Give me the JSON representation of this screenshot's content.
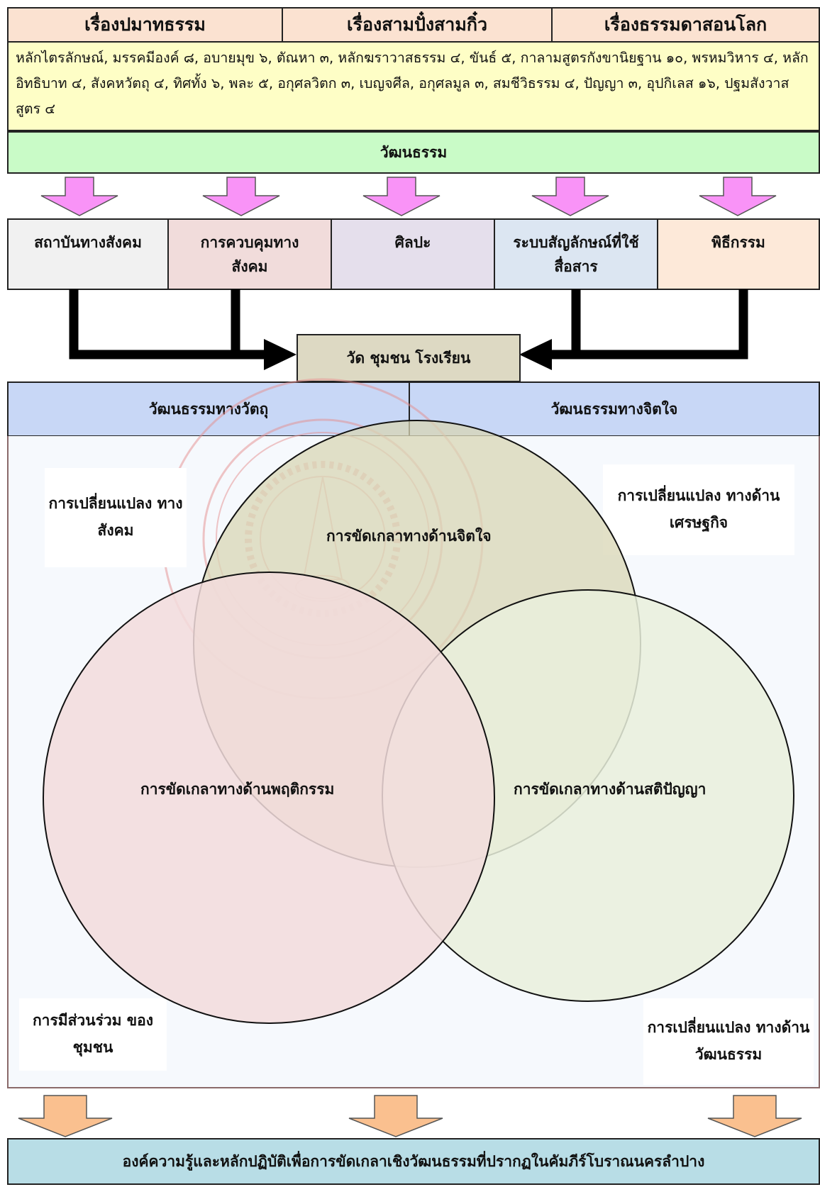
{
  "header": {
    "col1": "เรื่องปมาทธรรม",
    "col2": "เรื่องสามปั๋งสามกิ๋ว",
    "col3": "เรื่องธรรมดาสอนโลก"
  },
  "topics": "หลักไตรลักษณ์, มรรคมีองค์ ๘, อบายมุข ๖, ตัณหา ๓,  หลักฆราวาสธรรม ๔, ขันธ์ ๕, กาลามสูตรกังขานิยฐาน ๑๐, พรหมวิหาร ๔, หลักอิทธิบาท ๔, สังคหวัตถุ ๔, ทิศทั้ง  ๖, พละ ๕, อกุศลวิตก ๓, เบญจศีล, อกุศลมูล ๓, สมชีวิธรรม ๔, ปัญญา ๓, อุปกิเลส ๑๖, ปฐมสังวาสสูตร ๔",
  "culture": "วัฒนธรรม",
  "categories": [
    {
      "label": "สถาบันทางสังคม",
      "color": "#f1f1f1"
    },
    {
      "label": "การควบคุมทางสังคม",
      "color": "#f1dcdb"
    },
    {
      "label": "ศิลปะ",
      "color": "#e5dfec"
    },
    {
      "label": "ระบบสัญลักษณ์ที่ใช้สื่อสาร",
      "color": "#dce6f2"
    },
    {
      "label": "พิธีกรรม",
      "color": "#fde9d9"
    }
  ],
  "center_box": "วัด ชุมชน โรงเรียน",
  "material_culture": "วัฒนธรรมทางวัตถุ",
  "spiritual_culture": "วัฒนธรรมทางจิตใจ",
  "corners": {
    "top_left": "การเปลี่ยนแปลง ทางสังคม",
    "top_right": "การเปลี่ยนแปลง ทางด้านเศรษฐกิจ",
    "bottom_left": "การมีส่วนร่วม ของชุมชน",
    "bottom_right": "การเปลี่ยนแปลง ทางด้านวัฒนธรรม"
  },
  "venn": {
    "top": {
      "label": "การขัดเกลาทางด้านจิตใจ",
      "color": "#d8d6b4"
    },
    "left": {
      "label": "การขัดเกลาทางด้านพฤติกรรม",
      "color": "#f2dcdc"
    },
    "right": {
      "label": "การขัดเกลาทางด้านสติปัญญา",
      "color": "#e9f0dc"
    }
  },
  "footer": "องค์ความรู้และหลักปฏิบัติเพื่อการขัดเกลาเชิงวัฒนธรรมที่ปรากฏในคัมภีร์โบราณนครลำปาง",
  "colors": {
    "pink_arrow": "#f993f7",
    "orange_arrow": "#fac08f"
  }
}
